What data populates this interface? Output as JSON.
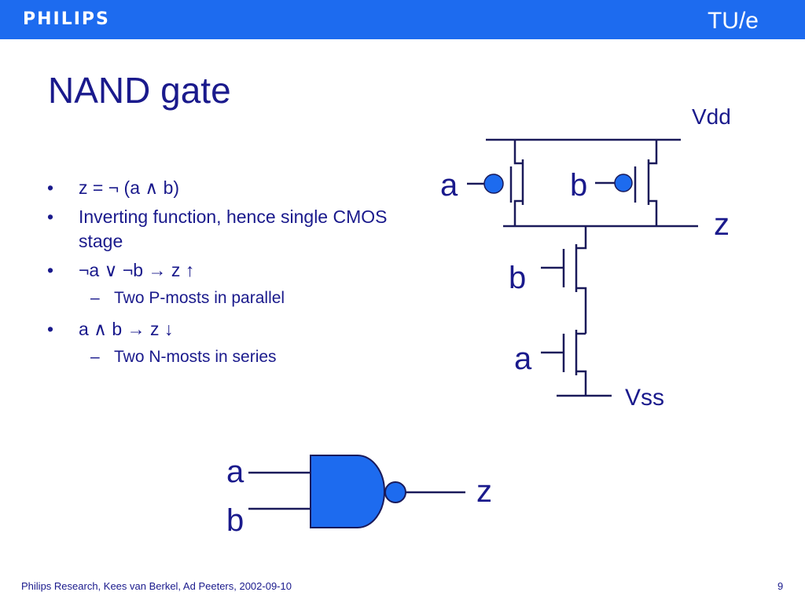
{
  "header": {
    "brand": "PHILIPS",
    "right_logo": "TU/e"
  },
  "slide": {
    "title": "NAND gate",
    "bullets": [
      {
        "marker": "•",
        "text": "z = ¬ (a ∧ b)"
      },
      {
        "marker": "•",
        "text": "Inverting function, hence single CMOS stage"
      },
      {
        "marker": "•",
        "text": "¬a ∨ ¬b → z ↑"
      },
      {
        "marker": "–",
        "text": "Two P-mosts in parallel"
      },
      {
        "marker": "•",
        "text": "a ∧ b → z ↓"
      },
      {
        "marker": "–",
        "text": "Two N-mosts in series"
      }
    ]
  },
  "circuit": {
    "vdd": "Vdd",
    "vss": "Vss",
    "p_left_input": "a",
    "p_right_input": "b",
    "output": "z",
    "n_top_input": "b",
    "n_bottom_input": "a"
  },
  "gate_symbol": {
    "input_a": "a",
    "input_b": "b",
    "output": "z"
  },
  "footer": {
    "credit": "Philips Research, Kees van Berkel, Ad Peeters, 2002-09-10",
    "page_number": "9"
  }
}
